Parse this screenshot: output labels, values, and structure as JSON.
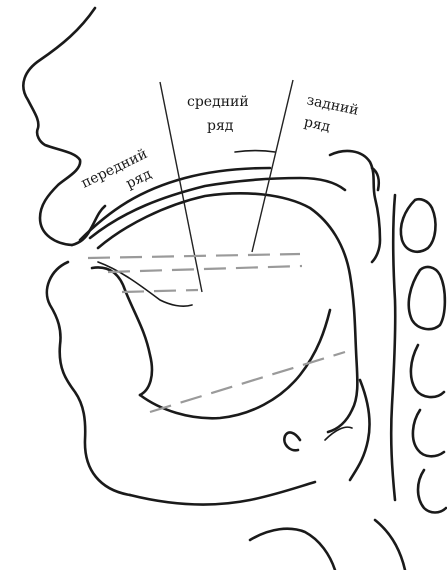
{
  "labels": {
    "front_row": [
      "передний",
      "ряд"
    ],
    "middle_row": [
      "средний",
      "ряд"
    ],
    "back_row": [
      "задний",
      "ряд"
    ]
  }
}
